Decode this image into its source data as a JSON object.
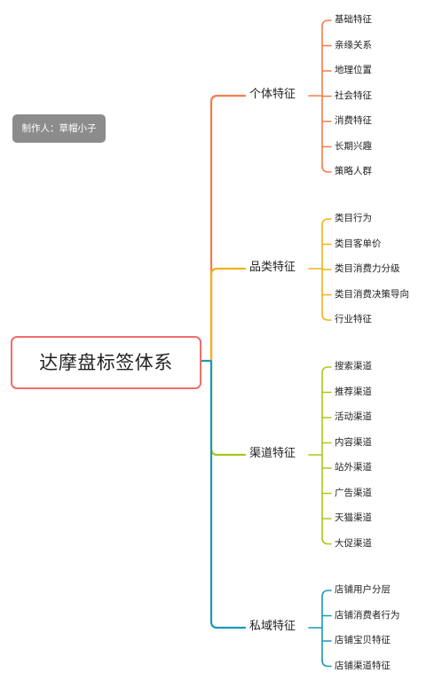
{
  "author_label": "制作人：草帽小子",
  "root": {
    "label": "达摩盘标签体系",
    "color": "#f26d6d"
  },
  "branches": [
    {
      "label": "个体特征",
      "color": "#f57c4c",
      "children": [
        "基础特征",
        "亲缘关系",
        "地理位置",
        "社会特征",
        "消费特征",
        "长期兴趣",
        "策略人群"
      ]
    },
    {
      "label": "品类特征",
      "color": "#f2b21a",
      "children": [
        "类目行为",
        "类目客单价",
        "类目消费力分级",
        "类目消费决策导向",
        "行业特征"
      ]
    },
    {
      "label": "渠道特征",
      "color": "#a8c81e",
      "children": [
        "搜索渠道",
        "推荐渠道",
        "活动渠道",
        "内容渠道",
        "站外渠道",
        "广告渠道",
        "天猫渠道",
        "大促渠道"
      ]
    },
    {
      "label": "私域特征",
      "color": "#1b98b8",
      "children": [
        "店铺用户分层",
        "店铺消费者行为",
        "店铺宝贝特征",
        "店铺渠道特征"
      ]
    }
  ]
}
